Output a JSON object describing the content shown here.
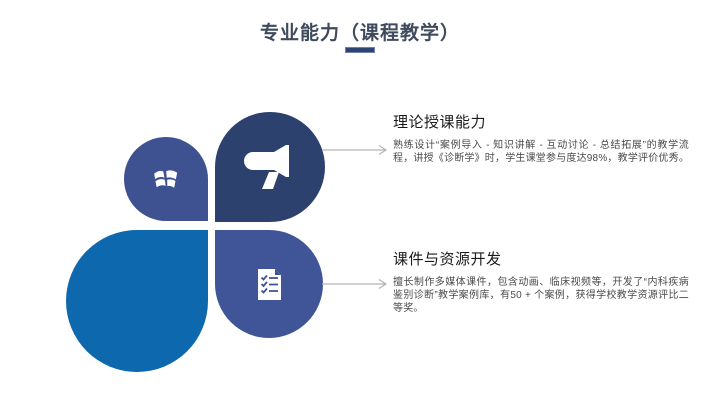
{
  "slide": {
    "title": "专业能力（课程教学）"
  },
  "colors": {
    "title_text": "#3f4a5c",
    "title_underline": "#2e4372",
    "petal_dark": "#2d416f",
    "petal_slate_tl": "#3e5291",
    "petal_slate_br": "#405498",
    "petal_bright": "#0d68ae",
    "icon": "#ffffff",
    "heading_text": "#1a1a1a",
    "body_text": "#4a4a4a",
    "arrow": "#b3b3b3"
  },
  "clover": {
    "petals": [
      {
        "position": "top-left",
        "icon": "windows-logo-icon"
      },
      {
        "position": "top-right",
        "icon": "megaphone-icon"
      },
      {
        "position": "bottom-right",
        "icon": "checklist-icon"
      },
      {
        "position": "bottom-left",
        "icon": "none"
      }
    ]
  },
  "items": [
    {
      "heading": "理论授课能力",
      "body": "熟练设计“案例导入 - 知识讲解 - 互动讨论 - 总结拓展”的教学流程，讲授《诊断学》时，学生课堂参与度达98%，教学评价优秀。"
    },
    {
      "heading": "课件与资源开发",
      "body": "擅长制作多媒体课件，包含动画、临床视频等，开发了“内科疾病鉴别诊断”教学案例库，有50 + 个案例，获得学校教学资源评比二等奖。"
    }
  ]
}
